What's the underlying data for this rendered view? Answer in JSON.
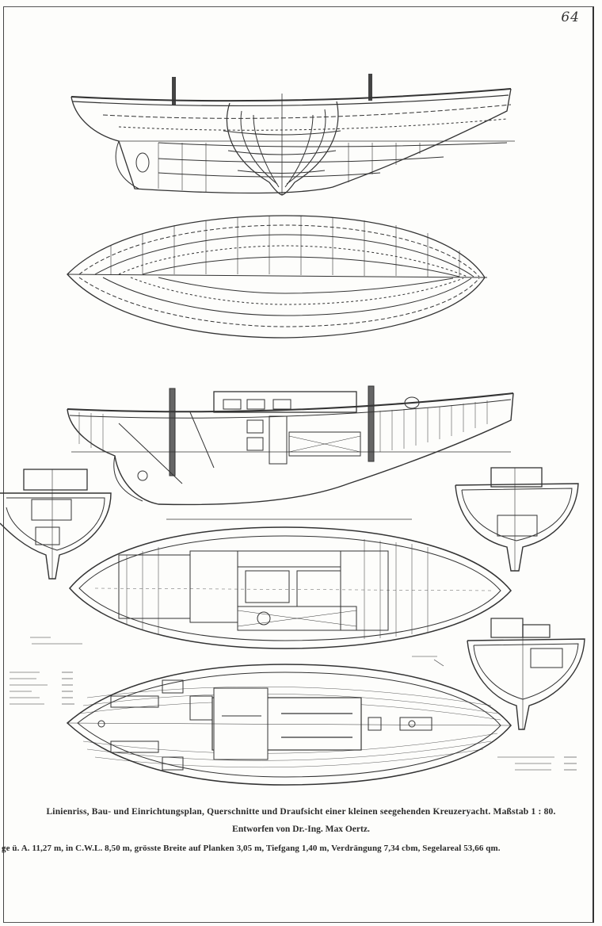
{
  "page": {
    "number": "64"
  },
  "caption": {
    "line1": "Linienriss, Bau- und Einrichtungsplan, Querschnitte und Draufsicht einer kleinen seegehenden Kreuzeryacht.  Maßstab 1 : 80.",
    "line2": "Entworfen von Dr.-Ing. Max Oertz.",
    "line3": "ge ü. A. 11,27 m, in C.W.L. 8,50 m, grösste Breite auf Planken 3,05 m, Tiefgang 1,40 m, Verdrängung 7,34 cbm, Segelareal 53,66 qm."
  },
  "colors": {
    "ink": "#333333",
    "paper": "#fdfdfb"
  }
}
